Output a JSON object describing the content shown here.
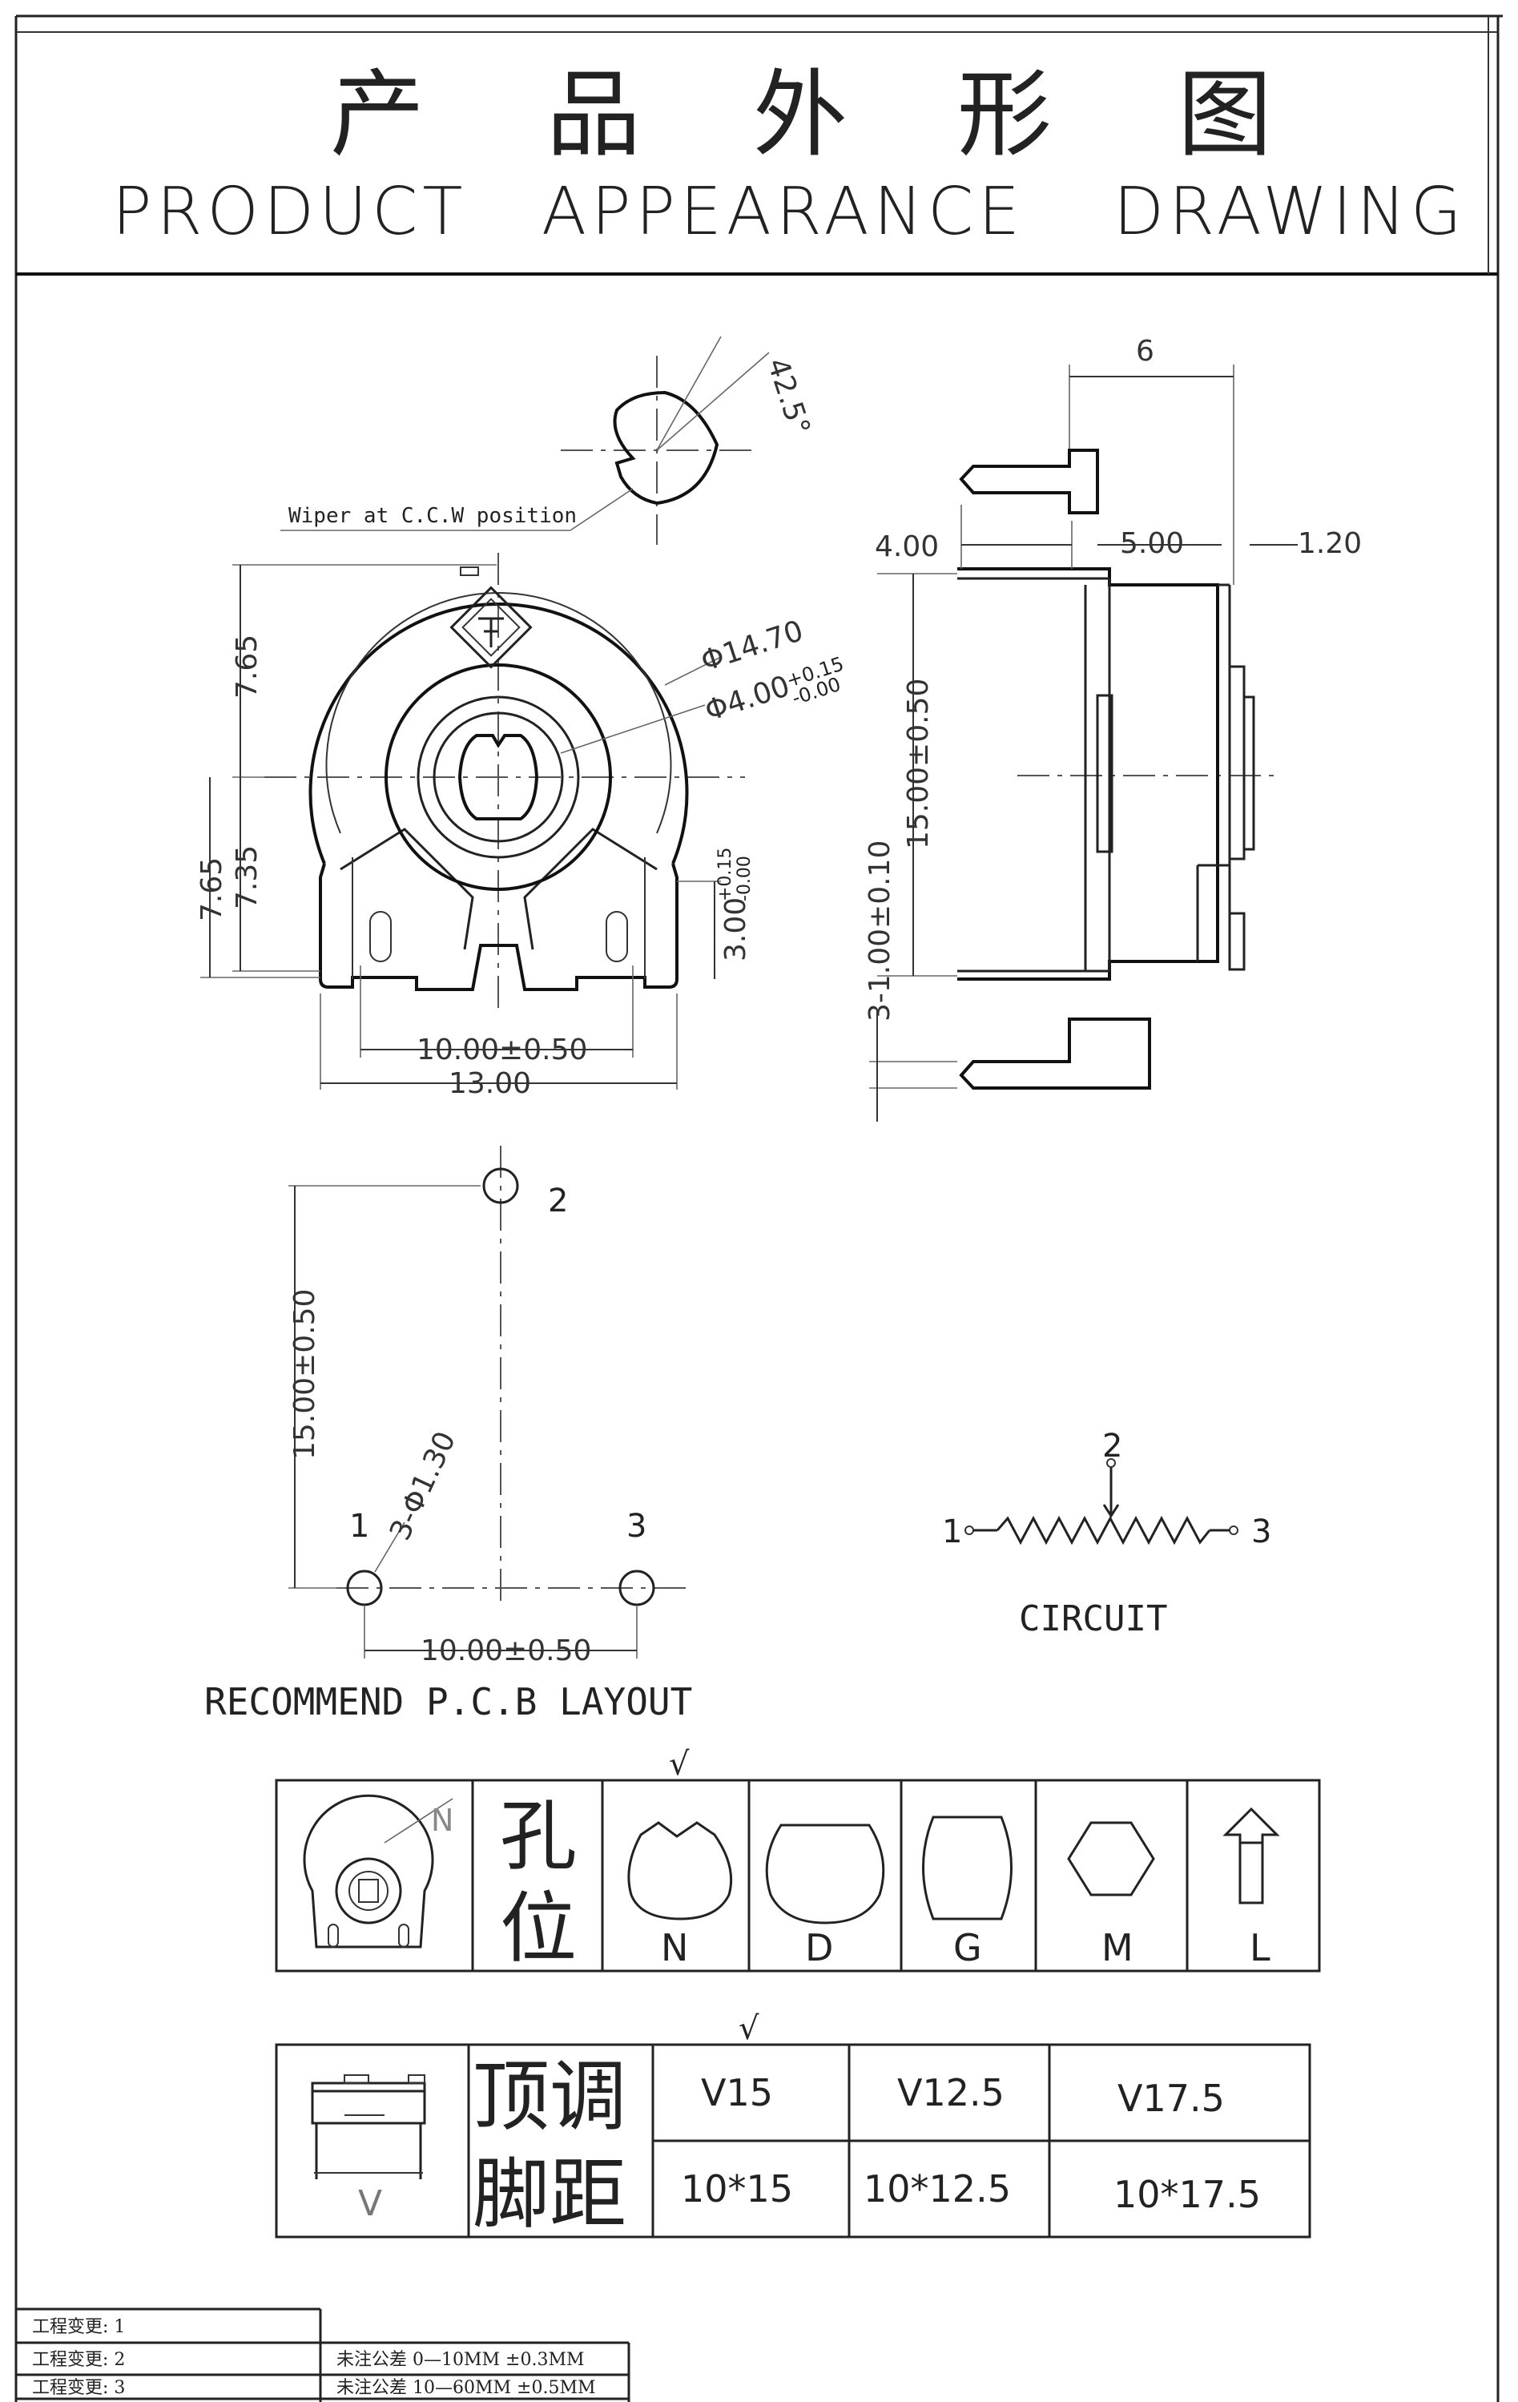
{
  "title": {
    "cn": [
      "产",
      "品",
      "外",
      "形",
      "图"
    ],
    "en": [
      "PRODUCT",
      "APPEARANCE",
      "DRAWING"
    ]
  },
  "front_view": {
    "wiper_note": "Wiper at C.C.W position",
    "angle": "42.5°",
    "dia_outer": "Φ14.70",
    "dia_inner": "Φ4.00",
    "dia_inner_tol_plus": "+0.15",
    "dia_inner_tol_minus": "-0.00",
    "dim_top": "7.65",
    "dim_bottom_outer": "7.65",
    "dim_bottom_inner": "7.35",
    "dim_pin": "3.00",
    "dim_pin_tol_plus": "+0.15",
    "dim_pin_tol_minus": "-0.00",
    "dim_width_pins": "10.00±0.50",
    "dim_width_total": "13.00"
  },
  "side_view": {
    "dim_top": "6",
    "dim_left": "4.00",
    "dim_mid": "5.00",
    "dim_right": "1.20",
    "dim_height": "15.00±0.50",
    "dim_pin": "3-1.00±0.10"
  },
  "pcb_layout": {
    "caption": "RECOMMEND P.C.B LAYOUT",
    "pin1": "1",
    "pin2": "2",
    "pin3": "3",
    "dim_height": "15.00±0.50",
    "dim_width": "10.00±0.50",
    "hole": "3-Φ1.30"
  },
  "circuit": {
    "caption": "CIRCUIT",
    "pin1": "1",
    "pin2": "2",
    "pin3": "3"
  },
  "shaft_table": {
    "check": "√",
    "label_line1": "孔",
    "label_line2": "位",
    "corner_letter": "N",
    "options": [
      "N",
      "D",
      "G",
      "M",
      "L"
    ]
  },
  "pitch_table": {
    "check": "√",
    "label_line1": "顶调",
    "label_line2": "脚距",
    "v_letter": "V",
    "headers": [
      "V15",
      "V12.5",
      "V17.5"
    ],
    "values": [
      "10*15",
      "10*12.5",
      "10*17.5"
    ]
  },
  "revision_block": {
    "rows": [
      {
        "left": "工程变更: 1",
        "right": ""
      },
      {
        "left": "工程变更: 2",
        "right": "未注公差   0—10MM  ±0.3MM"
      },
      {
        "left": "工程变更: 3",
        "right": "未注公差  10—60MM  ±0.5MM"
      }
    ]
  }
}
